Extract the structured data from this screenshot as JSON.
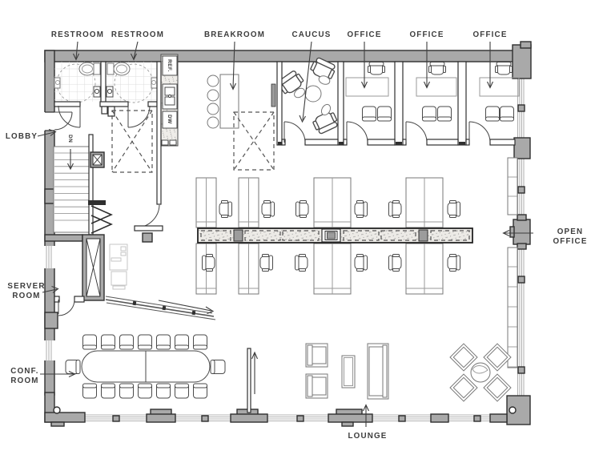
{
  "document_type": "office-floor-plan",
  "labels": {
    "restroom1": "RESTROOM",
    "restroom2": "RESTROOM",
    "breakroom": "BREAKROOM",
    "caucus": "CAUCUS",
    "office1": "OFFICE",
    "office2": "OFFICE",
    "office3": "OFFICE",
    "lobby": "LOBBY",
    "open_office_line1": "OPEN",
    "open_office_line2": "OFFICE",
    "server_room_line1": "SERVER",
    "server_room_line2": "ROOM",
    "conf_room_line1": "CONF.",
    "conf_room_line2": "ROOM",
    "lounge": "LOUNGE"
  },
  "fixtures": {
    "refrigerator": "REF.",
    "dishwasher": "DW",
    "stairs_down": "DN"
  },
  "rooms": [
    {
      "id": "restroom-1",
      "label": "RESTROOM"
    },
    {
      "id": "restroom-2",
      "label": "RESTROOM"
    },
    {
      "id": "breakroom",
      "label": "BREAKROOM"
    },
    {
      "id": "caucus",
      "label": "CAUCUS"
    },
    {
      "id": "office-1",
      "label": "OFFICE"
    },
    {
      "id": "office-2",
      "label": "OFFICE"
    },
    {
      "id": "office-3",
      "label": "OFFICE"
    },
    {
      "id": "lobby",
      "label": "LOBBY"
    },
    {
      "id": "open-office",
      "label": "OPEN OFFICE"
    },
    {
      "id": "server-room",
      "label": "SERVER ROOM"
    },
    {
      "id": "conf-room",
      "label": "CONF. ROOM"
    },
    {
      "id": "lounge",
      "label": "LOUNGE"
    }
  ],
  "colors": {
    "wall-fill": "#a9a9a9",
    "line": "#2f2f2f",
    "annotation": "#3d3d3d",
    "furniture-line": "#777777",
    "light-equipment": "#c6c6c6",
    "bg": "#ffffff"
  }
}
